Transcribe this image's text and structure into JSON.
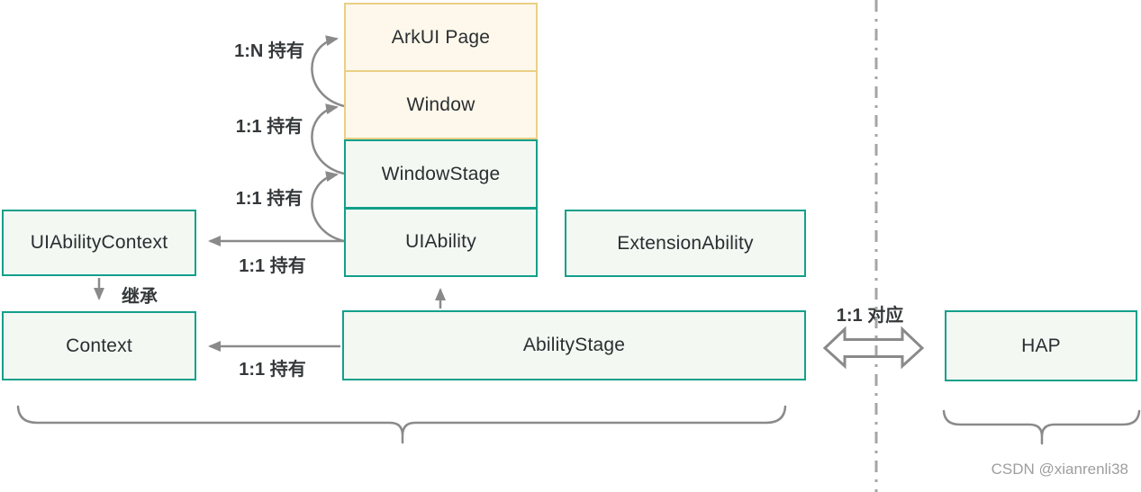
{
  "colors": {
    "teal_border": "#12A08B",
    "mint_fill": "#F3F8F3",
    "cream_border": "#EBCF85",
    "cream_fill": "#FDF8EB",
    "arrow_gray": "#8A8A8A",
    "dashed_line_gray": "#A5A5A5",
    "edge_label_color": "#35383A",
    "box_text_color": "#2B2E31",
    "watermark_color": "#9E9E9E"
  },
  "stack": {
    "items": [
      {
        "label": "ArkUI Page"
      },
      {
        "label": "Window"
      },
      {
        "label": "WindowStage"
      },
      {
        "label": "UIAbility"
      }
    ]
  },
  "boxes": {
    "ui_ability_context": {
      "label": "UIAbilityContext"
    },
    "context": {
      "label": "Context"
    },
    "extension_ability": {
      "label": "ExtensionAbility"
    },
    "ability_stage": {
      "label": "AbilityStage"
    },
    "hap": {
      "label": "HAP"
    }
  },
  "edge_labels": {
    "page_hold": "1:N 持有",
    "window_hold": "1:1 持有",
    "windowstage_hold": "1:1 持有",
    "uiability_context_hold": "1:1 持有",
    "inherit": "继承",
    "stage_context_hold": "1:1 持有",
    "hap_mapping": "1:1 对应"
  },
  "watermark": "CSDN @xianrenli38"
}
